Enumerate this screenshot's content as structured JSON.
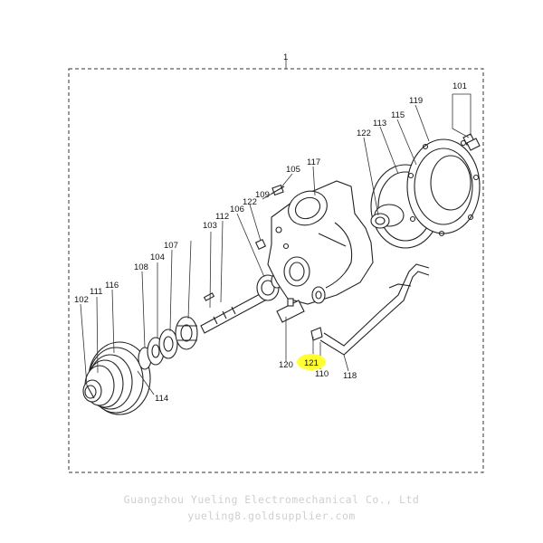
{
  "diagram": {
    "assembly_label": "1",
    "highlighted_label": "121",
    "callouts": [
      "101",
      "102",
      "103",
      "104",
      "105",
      "106",
      "107",
      "108",
      "109",
      "110",
      "111",
      "112",
      "113",
      "114",
      "115",
      "116",
      "117",
      "118",
      "119",
      "120",
      "121",
      "122",
      "122"
    ]
  },
  "footer": {
    "company": "Guangzhou Yueling Electromechanical Co., Ltd",
    "website": "yueling8.goldsupplier.com"
  }
}
